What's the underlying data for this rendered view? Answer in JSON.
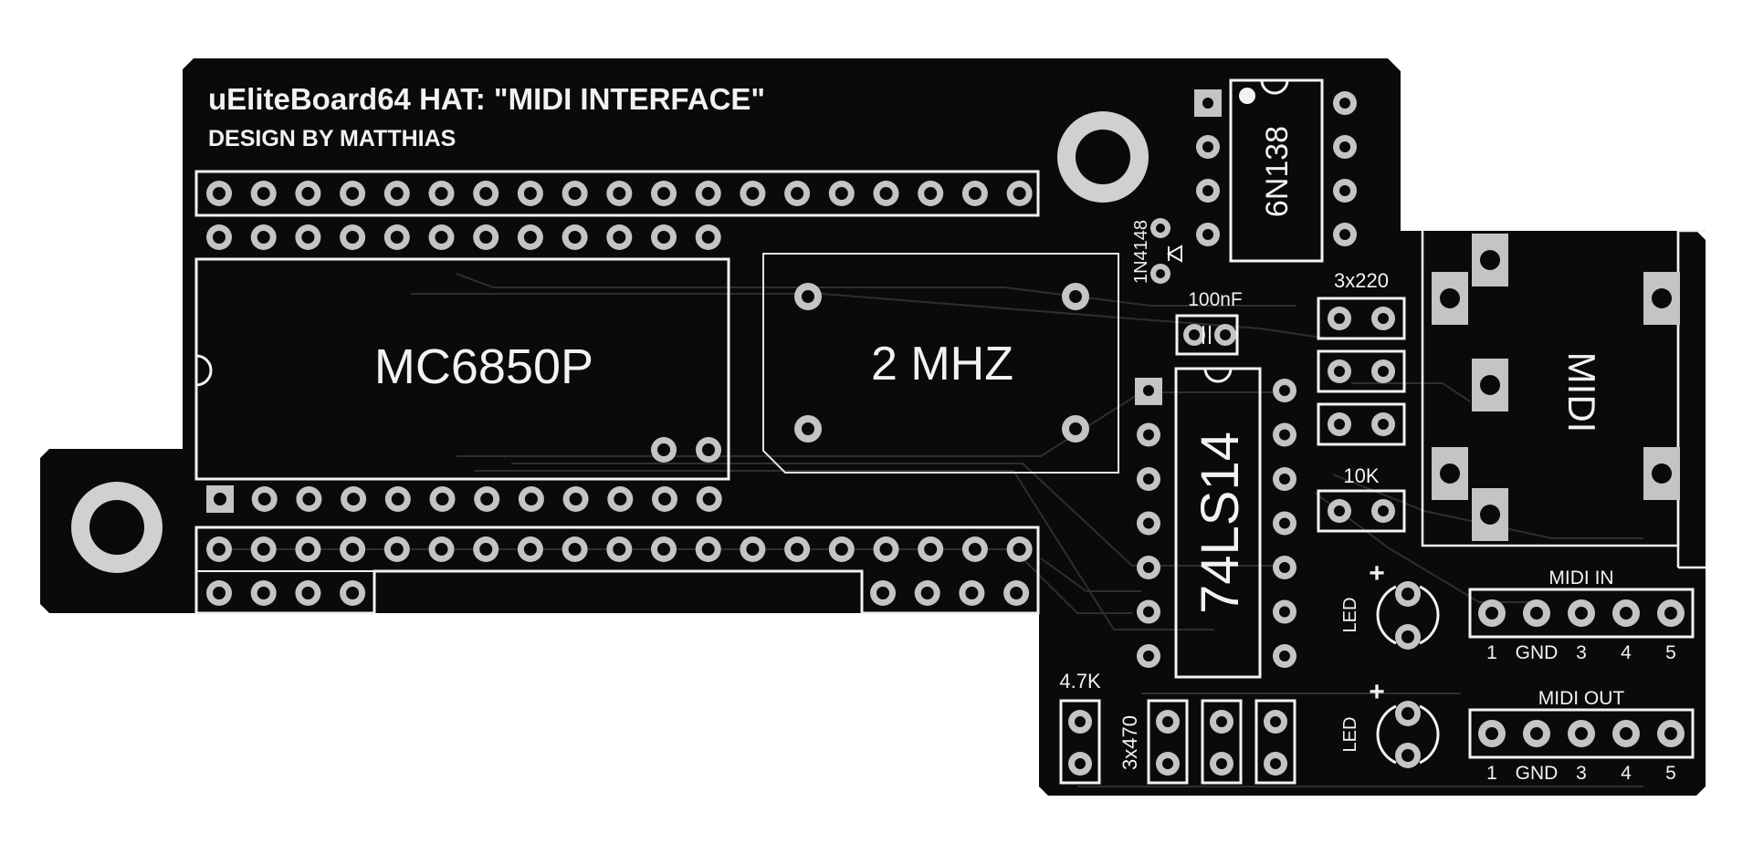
{
  "board": {
    "title": "uEliteBoard64 HAT: \"MIDI INTERFACE\"",
    "subtitle": "DESIGN BY MATTHIAS"
  },
  "components": {
    "acia": "MC6850P",
    "crystal": "2 MHZ",
    "optocoupler": "6N138",
    "schmitt": "74LS14",
    "diode": "1N4148",
    "cap": "100nF",
    "r220": "3x220",
    "r10k": "10K",
    "r47k": "4.7K",
    "r470": "3x470",
    "led1": "LED",
    "led2": "LED",
    "led1_plus": "+",
    "led2_plus": "+",
    "midi_jack": "MIDI"
  },
  "headers": {
    "midi_in": {
      "label": "MIDI IN",
      "pins": [
        "1",
        "GND",
        "3",
        "4",
        "5"
      ]
    },
    "midi_out": {
      "label": "MIDI OUT",
      "pins": [
        "1",
        "GND",
        "3",
        "4",
        "5"
      ]
    }
  },
  "colors": {
    "board": "#0a0a0a",
    "silkscreen": "#f2f2f2",
    "pad": "#c4c4c4",
    "hole": "#0a0a0a",
    "trace": "#2c2c2c"
  }
}
